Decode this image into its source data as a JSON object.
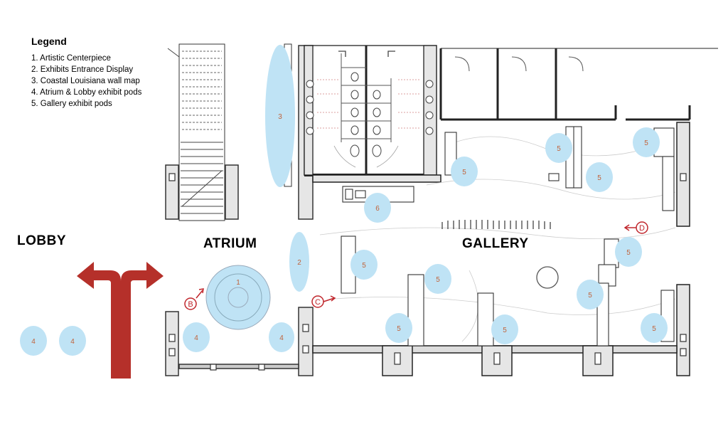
{
  "legend": {
    "title": "Legend",
    "items": [
      "1. Artistic Centerpiece",
      "2. Exhibits Entrance Display",
      "3. Coastal Louisiana wall map",
      "4. Atrium & Lobby exhibit pods",
      "5. Gallery exhibit pods"
    ]
  },
  "rooms": {
    "lobby": "LOBBY",
    "atrium": "ATRIUM",
    "gallery": "GALLERY"
  },
  "pods": [
    {
      "id": "pod-1",
      "label": "1",
      "type": "artistic-centerpiece"
    },
    {
      "id": "pod-2",
      "label": "2",
      "type": "exhibits-entrance-display"
    },
    {
      "id": "pod-3",
      "label": "3",
      "type": "coastal-louisiana-wall-map"
    },
    {
      "id": "pod-4a",
      "label": "4"
    },
    {
      "id": "pod-4b",
      "label": "4"
    },
    {
      "id": "pod-4c",
      "label": "4"
    },
    {
      "id": "pod-4d",
      "label": "4"
    },
    {
      "id": "pod-5a",
      "label": "5"
    },
    {
      "id": "pod-5b",
      "label": "5"
    },
    {
      "id": "pod-5c",
      "label": "5"
    },
    {
      "id": "pod-5d",
      "label": "5"
    },
    {
      "id": "pod-5e",
      "label": "5"
    },
    {
      "id": "pod-5f",
      "label": "5"
    },
    {
      "id": "pod-5g",
      "label": "5"
    },
    {
      "id": "pod-5h",
      "label": "5"
    },
    {
      "id": "pod-5i",
      "label": "5"
    },
    {
      "id": "pod-5j",
      "label": "5"
    },
    {
      "id": "pod-5k",
      "label": "5"
    },
    {
      "id": "pod-6",
      "label": "6"
    }
  ],
  "markers": [
    "B",
    "C",
    "D"
  ],
  "colors": {
    "pod_fill": "#bfe3f5",
    "pod_text": "#c0623a",
    "arrow": "#b5302a",
    "marker": "#c0262c",
    "wall": "#333333"
  }
}
